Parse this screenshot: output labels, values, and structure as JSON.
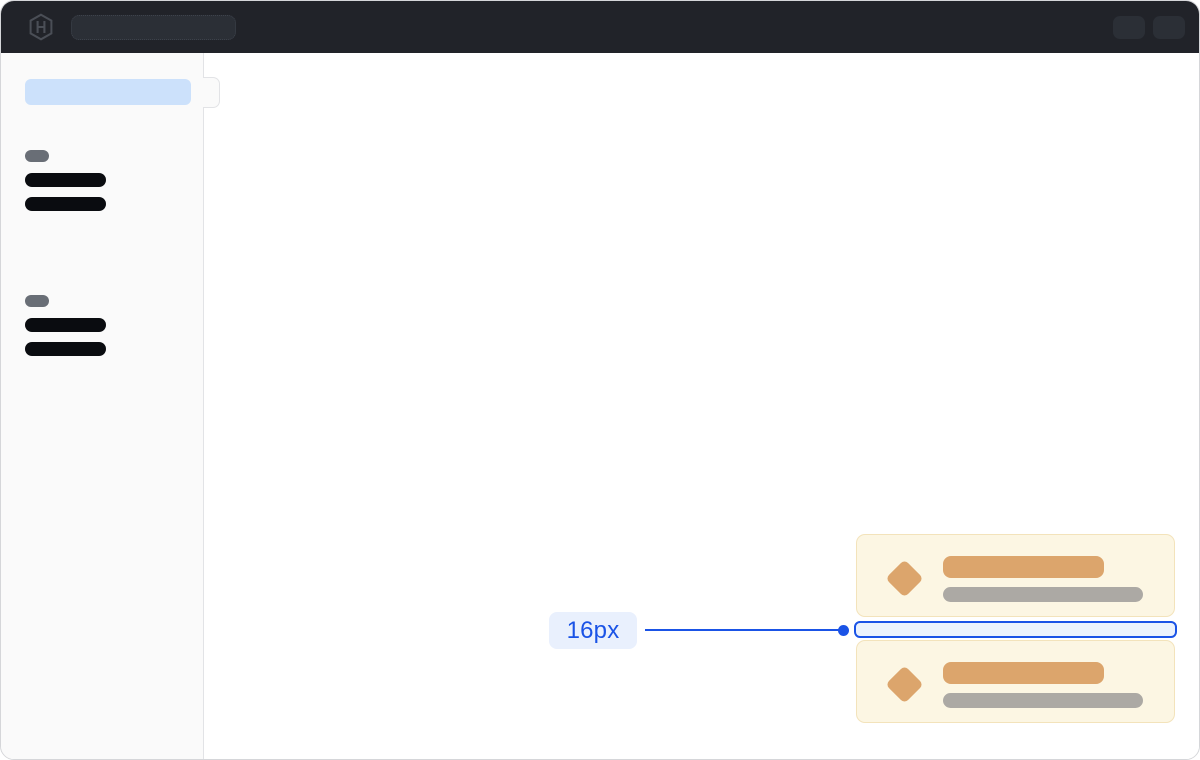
{
  "annotation": {
    "label": "16px"
  },
  "icons": {
    "topbar_logo": "hashicorp-hexagon-logo",
    "card_icon": "diamond-icon"
  },
  "topbar": {
    "search_skeleton": "search-placeholder-pill",
    "action_buttons": [
      "action-button-1",
      "action-button-2"
    ]
  },
  "sidebar": {
    "active_item": "active-nav-skeleton",
    "groups": [
      {
        "label": "group-label-skeleton",
        "items": [
          "nav-item-skeleton",
          "nav-item-skeleton"
        ]
      },
      {
        "label": "group-label-skeleton",
        "items": [
          "nav-item-skeleton",
          "nav-item-skeleton"
        ]
      }
    ]
  },
  "cards": [
    {
      "icon": "diamond",
      "title": "title-skeleton",
      "subtitle": "subtitle-skeleton"
    },
    {
      "icon": "diamond",
      "title": "title-skeleton",
      "subtitle": "subtitle-skeleton"
    }
  ],
  "colors": {
    "topbar_bg": "#212329",
    "topbar_pill": "#2B2F36",
    "logo": "#4A4E56",
    "sidebar_bg": "#FAFAFA",
    "sidebar_border": "#E2E3E6",
    "active_pill": "#CCE1FB",
    "skeleton_label": "#696E76",
    "skeleton_dark": "#0A0C10",
    "card_bg": "#FCF6E3",
    "card_border": "#F3E3BB",
    "card_accent": "#DCA56C",
    "card_gray": "#ACA9A4",
    "accent_blue": "#1A53E6",
    "annotation_bg": "#E9F0FD",
    "gap_fill": "#EBF2FD",
    "window_border": "#D5D6D9"
  }
}
